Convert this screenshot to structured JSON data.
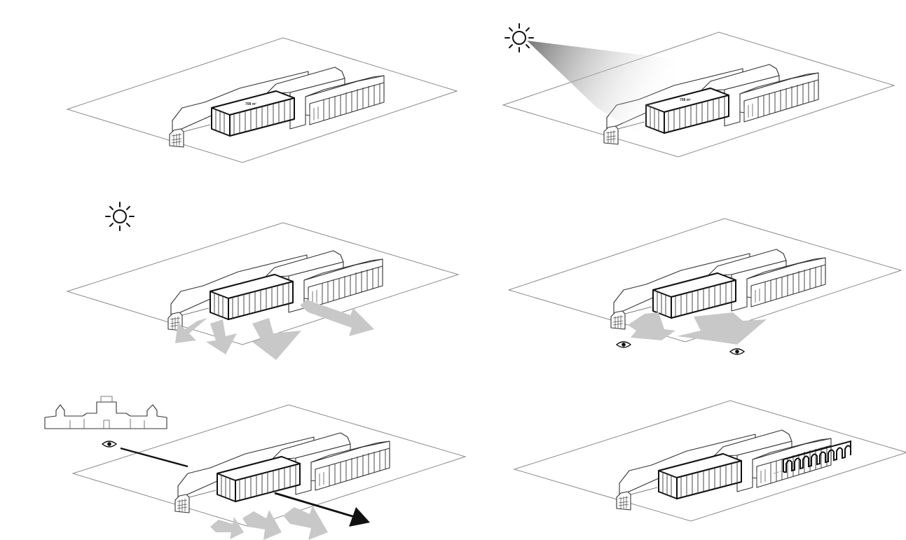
{
  "panels": [
    {
      "id": "panel-1",
      "area_label": "708 m²"
    },
    {
      "id": "panel-2",
      "area_label": "708 m²"
    },
    {
      "id": "panel-3"
    },
    {
      "id": "panel-4"
    },
    {
      "id": "panel-5"
    },
    {
      "id": "panel-6"
    }
  ],
  "colors": {
    "outline": "#333333",
    "new_volume_outline": "#111111",
    "wind_arrows": "#c8c8c8",
    "sun_gradient_start": "#6e6e6e",
    "sun_gradient_end": "#ffffff"
  },
  "icons": [
    "sun-icon",
    "eye-icon",
    "wind-arrow-icon",
    "view-arrow-icon",
    "facade-elevation-icon",
    "arcade-icon"
  ]
}
